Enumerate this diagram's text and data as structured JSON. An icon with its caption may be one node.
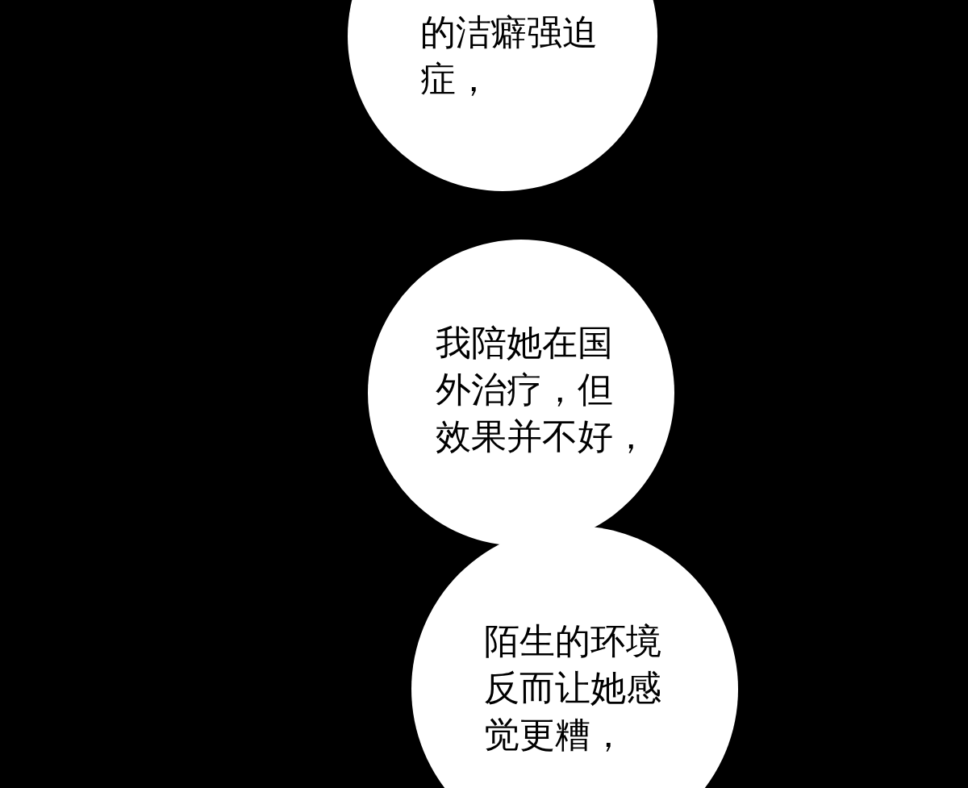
{
  "diagram": {
    "nodes": [
      {
        "text": [
          "的洁癖强迫症，"
        ]
      },
      {
        "text": [
          "我陪她在国外治疗，但效果并不好，"
        ]
      },
      {
        "text": [
          "陌生的环境反而让她感觉更糟，"
        ]
      }
    ]
  }
}
